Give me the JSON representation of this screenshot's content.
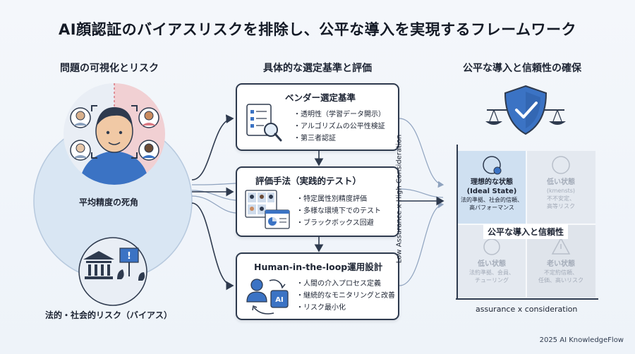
{
  "title": "AI顔認証のバイアスリスクを排除し、公平な導入を実現するフレームワーク",
  "columns": {
    "left": "問題の可視化とリスク",
    "middle": "具体的な選定基準と評価",
    "right": "公平な導入と信頼性の確保"
  },
  "left": {
    "blind_spot_label": "平均精度の死角",
    "risk_label": "法的・社会的リスク（バイアス）"
  },
  "cards": [
    {
      "title": "ベンダー選定基準",
      "bullets": [
        "透明性（学習データ開示）",
        "アルゴリズムの公平性検証",
        "第三者認証"
      ]
    },
    {
      "title": "評価手法（実践的テスト）",
      "bullets": [
        "特定属性別精度評価",
        "多様な環境下でのテスト",
        "ブラックボックス回避"
      ]
    },
    {
      "title": "Human-in-the-loop運用設計",
      "bullets": [
        "人間の介入プロセス定義",
        "継続的なモニタリングと改善",
        "リスク最小化"
      ]
    }
  ],
  "matrix": {
    "y_axis": "Low Assurance x High Consideration",
    "x_axis": "assurance x consideration",
    "center": "公平な導入と信頼性",
    "quadrants": {
      "top_left": {
        "title": "理想的な状態",
        "title2": "(Ideal State)",
        "sub": "法的準拠、社会的信頼、",
        "sub2": "高パフォーマンス"
      },
      "top_right": {
        "title": "低い状態",
        "title2": "(kmensts)",
        "sub": "不不安定、",
        "sub2": "高等リスク"
      },
      "bottom_left": {
        "title": "低い状態",
        "sub": "法約準拠、会員、",
        "sub2": "チューリング"
      },
      "bottom_right": {
        "title": "老い状態",
        "sub": "不定約信頼、",
        "sub2": "任価、高いリスク"
      }
    }
  },
  "ai_chip": "AI",
  "footer": "2025 AI KnowledgeFlow",
  "colors": {
    "dark": "#2e3a4e",
    "accent_blue": "#3b73c4",
    "soft_blue": "#cfe0f1",
    "pink": "#e8a6ac"
  }
}
